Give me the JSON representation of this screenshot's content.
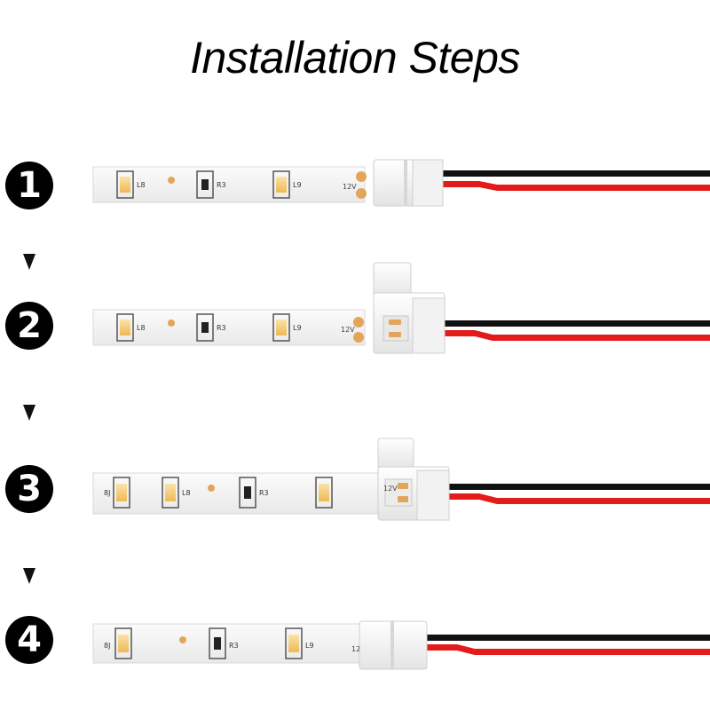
{
  "title": "Installation Steps",
  "steps": [
    {
      "number": "1",
      "voltage": "12V",
      "components": [
        "L8",
        "R3",
        "L9"
      ]
    },
    {
      "number": "2",
      "voltage": "12V",
      "components": [
        "L8",
        "R3",
        "L9"
      ]
    },
    {
      "number": "3",
      "voltage": "12V",
      "components": [
        "8J",
        "L8",
        "R3"
      ]
    },
    {
      "number": "4",
      "voltage": "12",
      "components": [
        "8J",
        "R3",
        "L9"
      ]
    }
  ],
  "colors": {
    "strip": "#f6f6f6",
    "wire_red": "#e41b1b",
    "wire_black": "#111111",
    "led": "#f3c872",
    "pad": "#e3a55a"
  }
}
